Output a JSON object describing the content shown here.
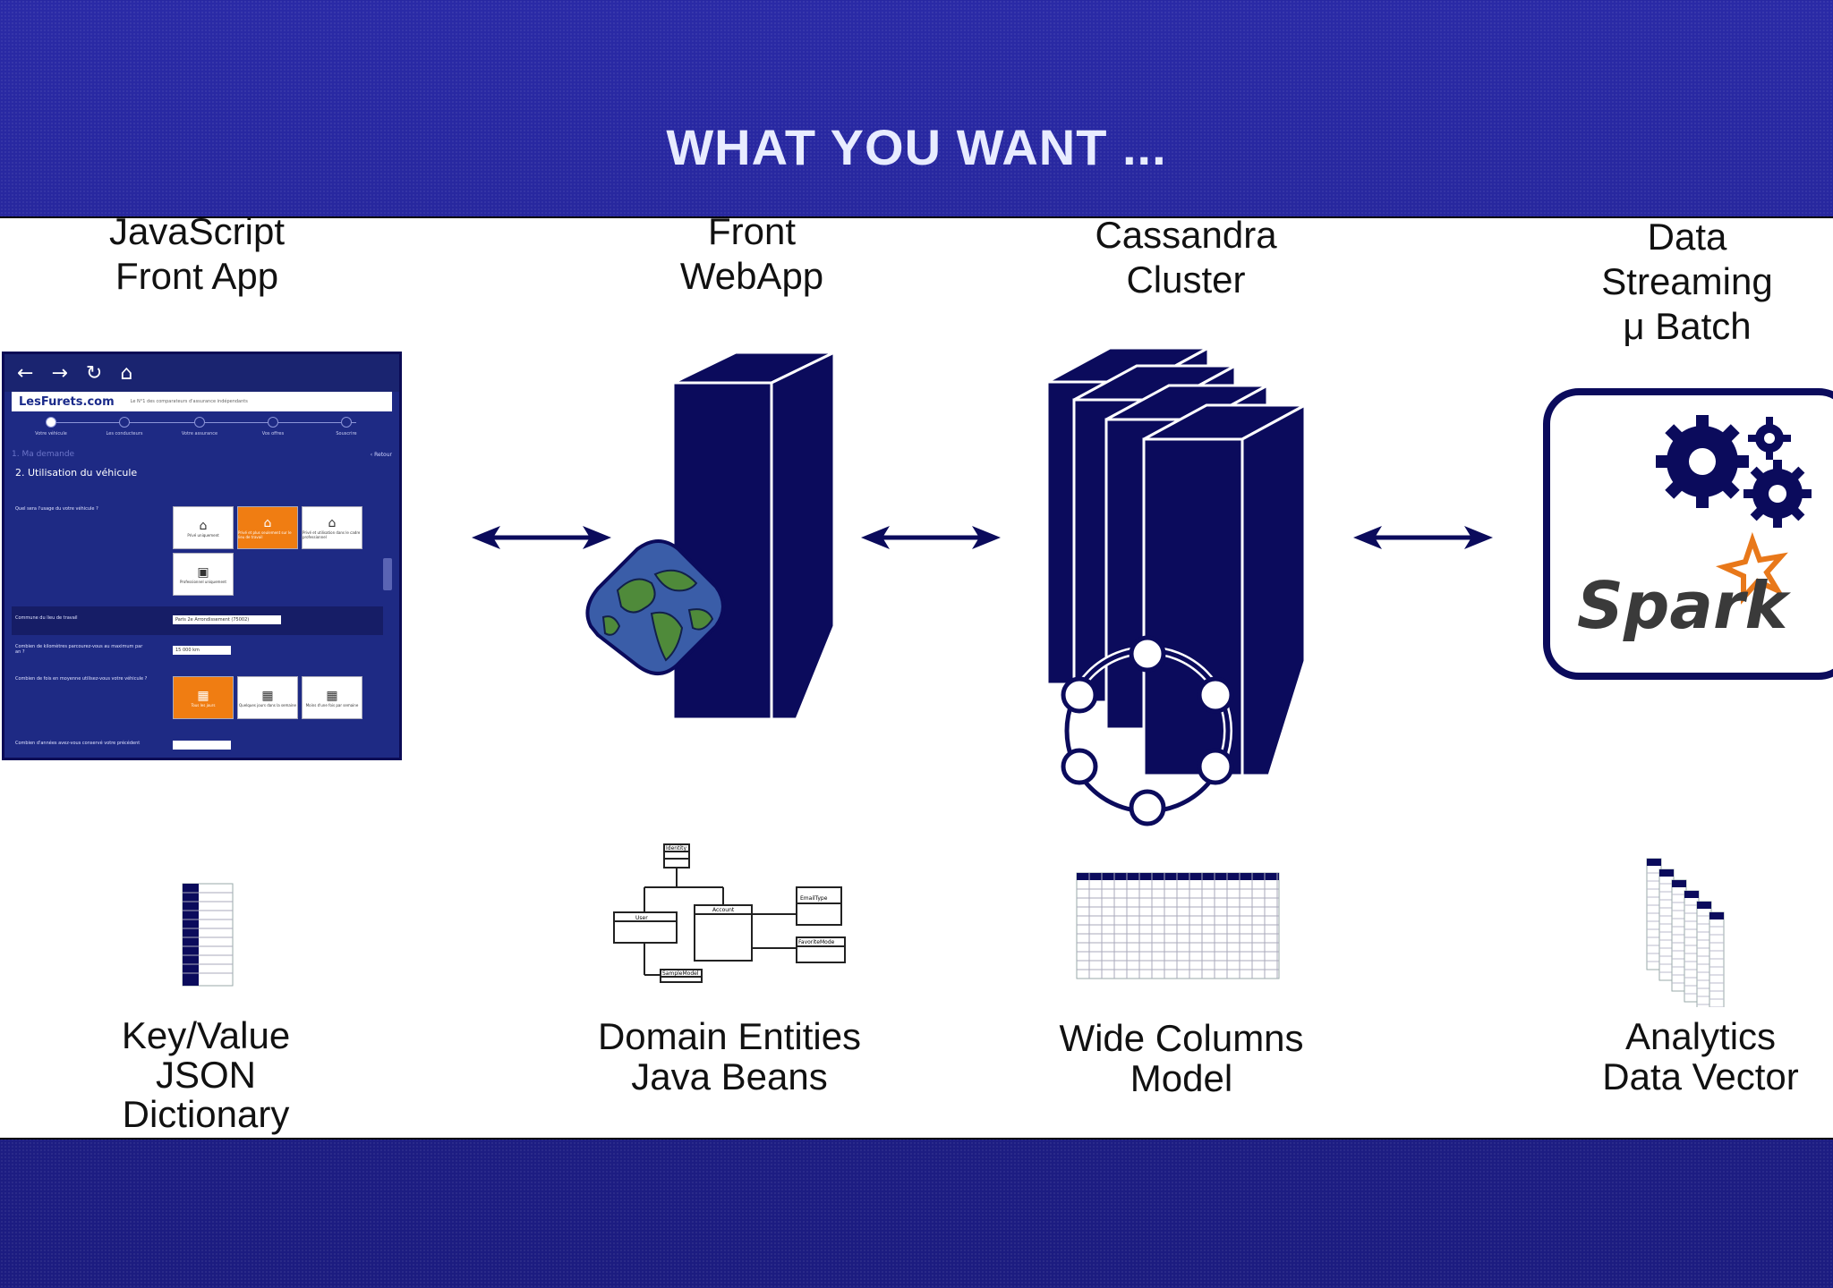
{
  "title": "WHAT YOU WANT ...",
  "columns": {
    "js_app": {
      "top_lines": [
        "JavaScript",
        "Front App"
      ],
      "bottom_lines": [
        "Key/Value",
        "JSON",
        "Dictionary"
      ]
    },
    "webapp": {
      "top_lines": [
        "Front",
        "WebApp"
      ],
      "bottom_lines": [
        "Domain Entities",
        "Java Beans"
      ]
    },
    "cassandra": {
      "top_lines": [
        "Cassandra",
        "Cluster"
      ],
      "bottom_lines": [
        "Wide Columns",
        "Model"
      ]
    },
    "streaming": {
      "top_lines": [
        "Data",
        "Streaming",
        "μ Batch"
      ],
      "bottom_lines": [
        "Analytics",
        "Data Vector"
      ],
      "logo_text": "Spark"
    }
  },
  "app": {
    "logo": "LesFurets.com",
    "tagline": "Le N°1 des comparateurs d'assurance indépendants",
    "steps": [
      "Votre véhicule",
      "Les conducteurs",
      "Votre assurance",
      "Vos offres",
      "Souscrire"
    ],
    "breadcrumb": "1. Ma demande",
    "back_label": "‹ Retour",
    "section": "2. Utilisation du véhicule",
    "q1": "Quel sera l'usage du votre véhicule ?",
    "opts1": [
      "Privé uniquement",
      "Privé et plus seulement sur le lieu de travail",
      "Privé et utilisation dans le cadre professionnel",
      "Professionnel uniquement"
    ],
    "q2": "Commune du lieu de travail",
    "q2_value": "Paris 2e Arrondissement (75002)",
    "q3": "Combien de kilomètres parcourez-vous au maximum par an ?",
    "q3_value": "15 000 km",
    "q4": "Combien de fois en moyenne utilisez-vous votre véhicule ?",
    "opts4": [
      "Tous les jours",
      "Quelques jours dans la semaine",
      "Moins d'une fois par semaine"
    ],
    "q5": "Combien d'années avez-vous conservé votre précédent"
  },
  "uml": {
    "classes": [
      "Identity",
      "User",
      "Account",
      "EmailType",
      "FavoriteMode",
      "SampleModel"
    ]
  },
  "colors": {
    "navy": "#0b0b5c",
    "orange": "#f07d12",
    "globe_land": "#4f8a3a",
    "globe_sea": "#3a5da8"
  }
}
